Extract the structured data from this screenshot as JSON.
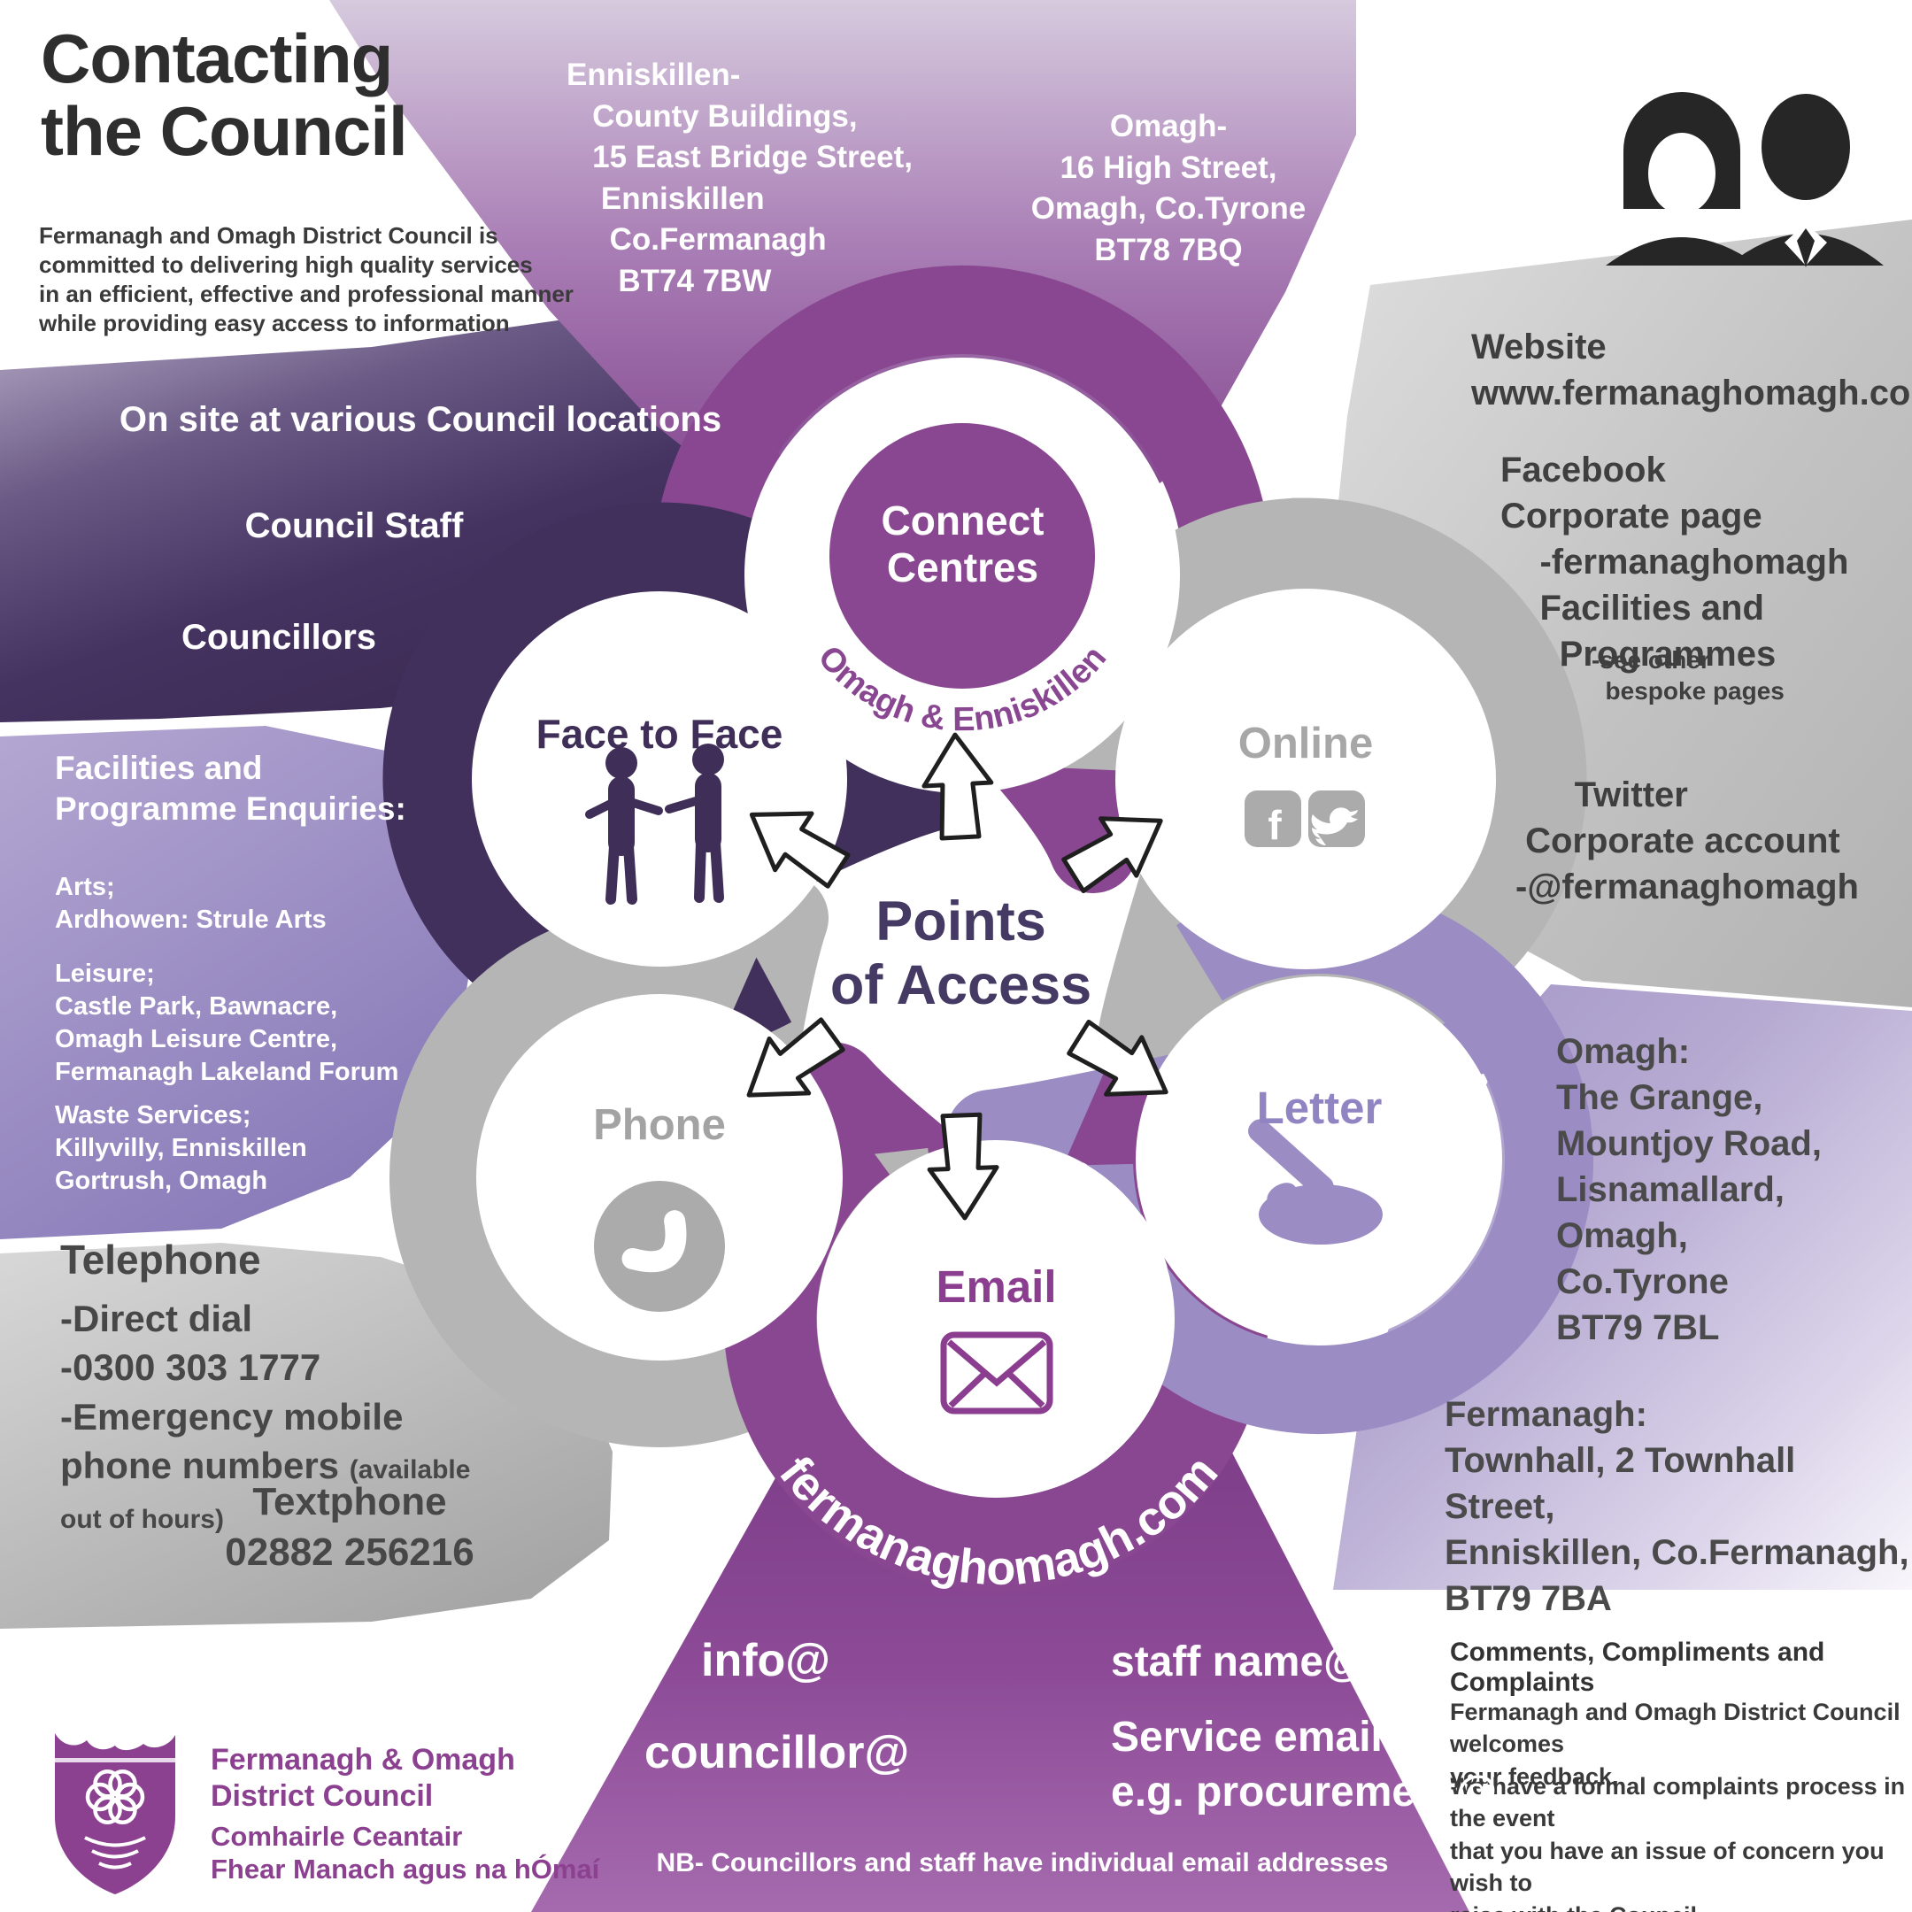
{
  "header": {
    "title": "Contacting\nthe Council",
    "intro": "Fermanagh and Omagh District Council is\ncommitted to delivering high quality services\nin an efficient, effective and professional manner\nwhile providing easy access to information"
  },
  "center": {
    "label": "Points\nof Access"
  },
  "connect_centres": {
    "label": "Connect\nCentres",
    "sublabel": "Omagh & Enniskillen",
    "enniskillen_address": "Enniskillen-\n   County Buildings,\n   15 East Bridge Street,\n    Enniskillen\n     Co.Fermanagh\n      BT74 7BW",
    "omagh_address": "Omagh-\n16 High Street,\nOmagh, Co.Tyrone\nBT78 7BQ"
  },
  "face_to_face": {
    "label": "Face to Face",
    "heading": "On site at various Council locations",
    "item1": "Council Staff",
    "item2": "Councillors"
  },
  "online": {
    "label": "Online",
    "website": "Website\nwww.fermanaghomagh.com",
    "facebook": "Facebook\nCorporate page\n    -fermanaghomagh\n    Facilities and\n      Programmes",
    "facebook_note": "-see other\n  bespoke pages",
    "twitter": "      Twitter\n Corporate account\n-@fermanaghomagh"
  },
  "phone": {
    "label": "Phone",
    "heading": "Telephone",
    "lines": "-Direct dial\n-0300 303 1777\n-Emergency mobile\nphone numbers ",
    "availability_note": "(available\nout of hours)",
    "textphone": "Textphone\n02882 256216"
  },
  "email": {
    "label": "Email",
    "domain": "fermanaghomagh.com",
    "prefix_info": "info@",
    "prefix_councillor": "councillor@",
    "prefix_staff": "staff name@",
    "prefix_service": "Service emails@\ne.g. procurement@",
    "note": "NB- Councillors and staff have individual email addresses"
  },
  "letter": {
    "label": "Letter",
    "omagh_address": "Omagh:\nThe Grange,\nMountjoy Road,\nLisnamallard,\nOmagh,\nCo.Tyrone\nBT79 7BL",
    "fermanagh_address": "Fermanagh:\nTownhall, 2 Townhall Street,\nEnniskillen, Co.Fermanagh,\nBT79 7BA"
  },
  "facilities": {
    "heading": "Facilities and\nProgramme Enquiries:",
    "arts": "Arts;\nArdhowen: Strule Arts",
    "leisure": "Leisure;\nCastle Park, Bawnacre,\nOmagh Leisure Centre,\nFermanagh Lakeland Forum",
    "waste": "Waste Services;\nKillyvilly, Enniskillen\nGortrush, Omagh"
  },
  "comments": {
    "heading": "Comments, Compliments and Complaints",
    "p1": "Fermanagh and Omagh District Council welcomes\nyour feedback.",
    "p2": "We have a formal complaints process in the event\nthat you have an issue of concern you wish to\nraise with the Council."
  },
  "logo": {
    "name_en": "Fermanagh & Omagh\nDistrict Council",
    "name_ga": "Comhairle Ceantair\nFhear Manach agus na hÓmaí"
  },
  "icons": {
    "facebook_glyph": "f"
  },
  "colors": {
    "purple": "#8a4791",
    "dark_purple": "#41305b",
    "lavender": "#9b8cc4",
    "gray": "#b5b5b5",
    "text_dark": "#3d3d3d",
    "logo_purple": "#8b4190"
  }
}
